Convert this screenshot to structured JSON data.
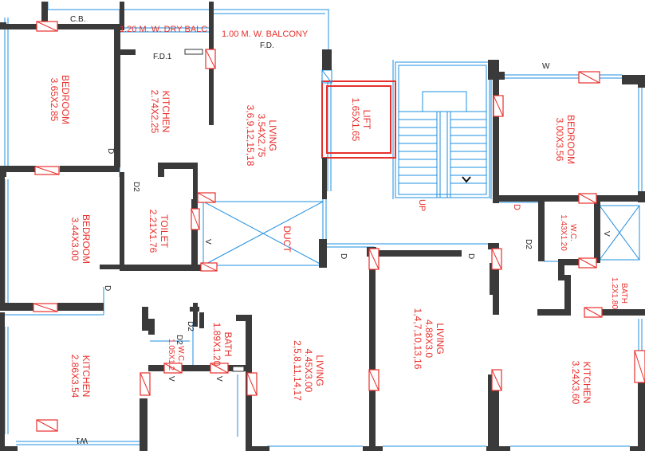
{
  "rooms": {
    "bedroom_1": {
      "name": "BEDROOM",
      "size": "3.65X2.85"
    },
    "kitchen_1": {
      "name": "KITCHEN",
      "size": "2.74X2.25"
    },
    "living_1": {
      "name": "LIVING",
      "size": "3.54X2.75",
      "units": "3,6,9,12,15,18"
    },
    "lift": {
      "name": "LIFT",
      "size": "1.65X1.65"
    },
    "bedroom_2": {
      "name": "BEDROOM",
      "size": "3.00X3.56"
    },
    "bedroom_3": {
      "name": "BEDROOM",
      "size": "3.44X3.00"
    },
    "toilet": {
      "name": "TOILET",
      "size": "2.21X1.76"
    },
    "duct": {
      "name": "DUCT"
    },
    "wc_right": {
      "name": "W.C.",
      "size": "1.43X1.20"
    },
    "bath_right": {
      "name": "BATH",
      "size": "1.2X1.80"
    },
    "living_2": {
      "name": "LIVING",
      "size": "4.88X3.0",
      "units": "1,4,7,10,13,16"
    },
    "living_3": {
      "name": "LIVING",
      "size": "4.45X3.00",
      "units": "2,5,8,11,14,17"
    },
    "bath_center": {
      "name": "BATH",
      "size": "1.89X1.20"
    },
    "wc_center": {
      "name": "W.C.",
      "size": "1.05X1.2"
    },
    "kitchen_2": {
      "name": "KITCHEN",
      "size": "2.86X3.54"
    },
    "kitchen_3": {
      "name": "KITCHEN",
      "size": "3.24X3.60"
    }
  },
  "labels": {
    "cb": "C.B.",
    "dry_balcony": "1.20 M. W. DRY BALC",
    "balcony": "1.00 M. W. BALCONY",
    "fd": "F.D.",
    "fd1": "F.D.1",
    "window_w": "W",
    "window_w1": "W1",
    "up": "UP",
    "door_d": "D",
    "door_d2": "D2",
    "vent_v": "V"
  }
}
